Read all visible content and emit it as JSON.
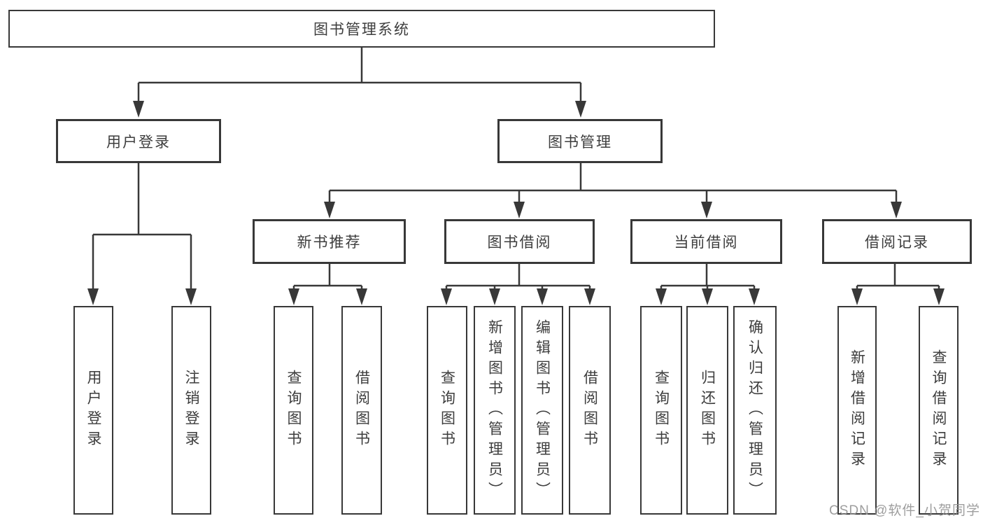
{
  "title": {
    "label": "图书管理系统"
  },
  "nodes": {
    "user_login": {
      "label": "用户登录"
    },
    "book_mgmt": {
      "label": "图书管理"
    },
    "new_book_rec": {
      "label": "新书推荐"
    },
    "book_borrow": {
      "label": "图书借阅"
    },
    "current_borrow": {
      "label": "当前借阅"
    },
    "borrow_records": {
      "label": "借阅记录"
    },
    "leaf_user_login": {
      "label": "用户登录"
    },
    "leaf_logout": {
      "label": "注销登录"
    },
    "leaf_rec_query": {
      "label": "查询图书"
    },
    "leaf_rec_borrow": {
      "label": "借阅图书"
    },
    "leaf_bb_query": {
      "label": "查询图书"
    },
    "leaf_bb_add": {
      "label": "新增图书（管理员）"
    },
    "leaf_bb_edit": {
      "label": "编辑图书（管理员）"
    },
    "leaf_bb_borrow": {
      "label": "借阅图书"
    },
    "leaf_cb_query": {
      "label": "查询图书"
    },
    "leaf_cb_return": {
      "label": "归还图书"
    },
    "leaf_cb_confirm": {
      "label": "确认归还（管理员）"
    },
    "leaf_br_add": {
      "label": "新增借阅记录"
    },
    "leaf_br_query": {
      "label": "查询借阅记录"
    }
  },
  "watermark": {
    "text": "CSDN @软件_小贺同学"
  },
  "colors": {
    "line": "#383838",
    "text": "#3d3d3d",
    "watermark": "#949494",
    "background": "#ffffff"
  }
}
